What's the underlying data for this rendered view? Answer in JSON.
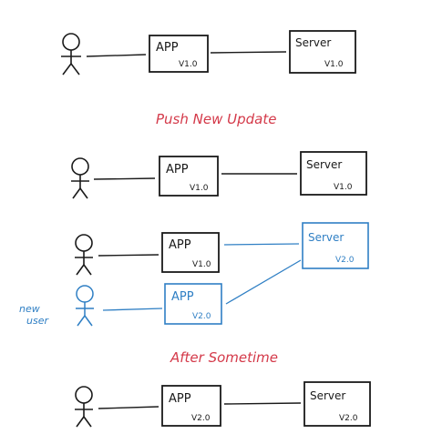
{
  "colors": {
    "ink": "#1a1a1a",
    "blue": "#2f7fc4",
    "red": "#d43a4a",
    "background": "#ffffff"
  },
  "labels": {
    "push_new_update": "Push New Update",
    "after_sometime": "After Sometime",
    "new_user": [
      "new",
      "user"
    ]
  },
  "scenes": [
    {
      "id": "initial",
      "rows": [
        {
          "user": {
            "color": "ink"
          },
          "app": {
            "label": "APP",
            "version": "V1.0",
            "color": "ink"
          },
          "server": {
            "label": "Server",
            "version": "V1.0",
            "color": "ink"
          }
        }
      ]
    },
    {
      "id": "pushed",
      "rows": [
        {
          "user": {
            "color": "ink"
          },
          "app": {
            "label": "APP",
            "version": "V1.0",
            "color": "ink"
          },
          "server": {
            "label": "Server",
            "version": "V1.0",
            "color": "ink"
          }
        }
      ]
    },
    {
      "id": "transition",
      "rows": [
        {
          "user": {
            "color": "ink"
          },
          "app": {
            "label": "APP",
            "version": "V1.0",
            "color": "ink"
          },
          "server": {
            "label": "Server",
            "version": "V2.0",
            "color": "blue"
          }
        },
        {
          "user": {
            "color": "blue"
          },
          "app": {
            "label": "APP",
            "version": "V2.0",
            "color": "blue"
          }
        }
      ]
    },
    {
      "id": "final",
      "rows": [
        {
          "user": {
            "color": "ink"
          },
          "app": {
            "label": "APP",
            "version": "V2.0",
            "color": "ink"
          },
          "server": {
            "label": "Server",
            "version": "V2.0",
            "color": "ink"
          }
        }
      ]
    }
  ]
}
